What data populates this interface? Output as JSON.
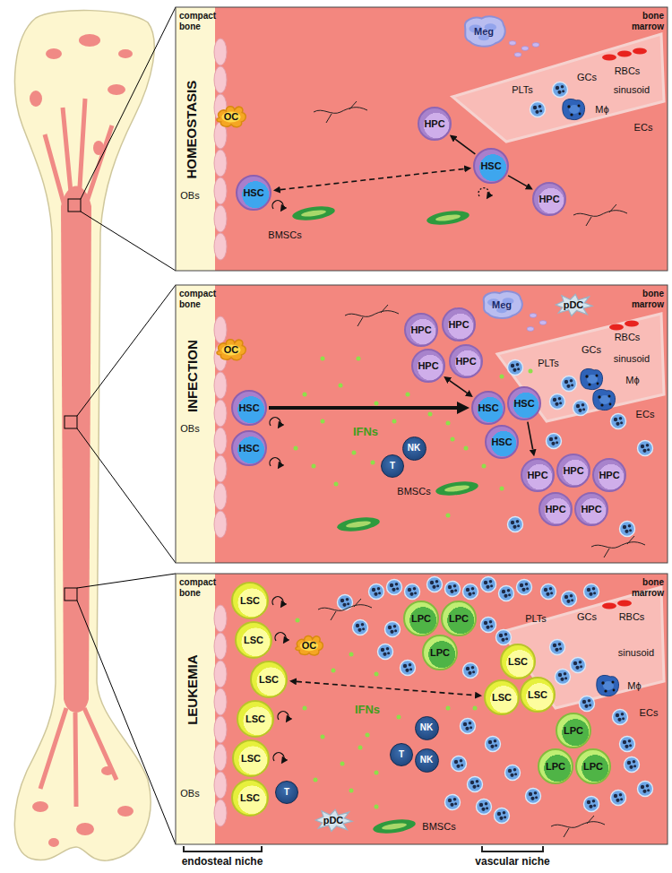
{
  "diagram": {
    "nodes": [
      {
        "text": [
          "Meg"
        ]
      },
      {
        "text": [
          "HPC"
        ]
      },
      {
        "text": [
          "OC"
        ]
      },
      {
        "text": [
          "HSC"
        ]
      },
      {
        "text": [
          "HSC"
        ]
      },
      {
        "text": [
          "HPC"
        ]
      },
      {
        "text": [
          "Meg"
        ]
      },
      {
        "text": [
          "pDC"
        ]
      },
      {
        "text": [
          "HPC"
        ]
      },
      {
        "text": [
          "HPC"
        ]
      },
      {
        "text": [
          "OC"
        ]
      },
      {
        "text": [
          "HPC"
        ]
      },
      {
        "text": [
          "HPC"
        ]
      },
      {
        "text": [
          "HSC"
        ]
      },
      {
        "text": [
          "HSC"
        ]
      },
      {
        "text": [
          "HSC"
        ]
      },
      {
        "text": [
          "HSC"
        ]
      },
      {
        "text": [
          "HSC"
        ]
      },
      {
        "text": [
          "NK"
        ]
      },
      {
        "text": [
          "T"
        ]
      },
      {
        "text": [
          "HPC"
        ]
      },
      {
        "text": [
          "HPC"
        ]
      },
      {
        "text": [
          "HPC"
        ]
      },
      {
        "text": [
          "HPC"
        ]
      },
      {
        "text": [
          "HPC"
        ]
      },
      {
        "text": [
          "LSC"
        ]
      },
      {
        "text": [
          "LPC"
        ]
      },
      {
        "text": [
          "LPC"
        ]
      },
      {
        "text": [
          "LSC"
        ]
      },
      {
        "text": [
          "OC"
        ]
      },
      {
        "text": [
          "LPC"
        ]
      },
      {
        "text": [
          "LSC"
        ]
      },
      {
        "text": [
          "LSC"
        ]
      },
      {
        "text": [
          "LSC"
        ]
      },
      {
        "text": [
          "LSC"
        ]
      },
      {
        "text": [
          "LSC"
        ]
      },
      {
        "text": [
          "NK"
        ]
      },
      {
        "text": [
          "LPC"
        ]
      },
      {
        "text": [
          "T"
        ]
      },
      {
        "text": [
          "LSC"
        ]
      },
      {
        "text": [
          "NK"
        ]
      },
      {
        "text": [
          "LPC"
        ]
      },
      {
        "text": [
          "LPC"
        ]
      },
      {
        "text": [
          "T"
        ]
      },
      {
        "text": [
          "LSC"
        ]
      },
      {
        "text": [
          "pDC"
        ]
      }
    ],
    "edges": [
      {
        "from": 3,
        "to": 1,
        "arrow": "to"
      },
      {
        "from": 3,
        "to": 5,
        "arrow": "to"
      },
      {
        "from": 4,
        "to": 3,
        "arrow": "both"
      },
      {
        "from": 15,
        "to": 14,
        "arrow": "to"
      },
      {
        "from": 14,
        "to": 12,
        "arrow": "both"
      },
      {
        "from": 13,
        "to": 21,
        "arrow": "to"
      },
      {
        "from": 32,
        "to": 34,
        "arrow": "both"
      }
    ],
    "labels": [
      "compact bone",
      "bone marrow",
      "HOMEOSTASIS",
      "PLTs",
      "GCs",
      "RBCs",
      "sinusoid",
      "Mϕ",
      "ECs",
      "OBs",
      "BMSCs",
      "compact bone",
      "bone marrow",
      "INFECTION",
      "PLTs",
      "GCs",
      "RBCs",
      "sinusoid",
      "Mϕ",
      "ECs",
      "OBs",
      "IFNs",
      "BMSCs",
      "compact bone",
      "bone marrow",
      "LEUKEMIA",
      "PLTs",
      "GCs",
      "RBCs",
      "sinusoid",
      "Mϕ",
      "ECs",
      "IFNs",
      "OBs",
      "BMSCs",
      "endosteal niche",
      "vascular niche"
    ]
  }
}
